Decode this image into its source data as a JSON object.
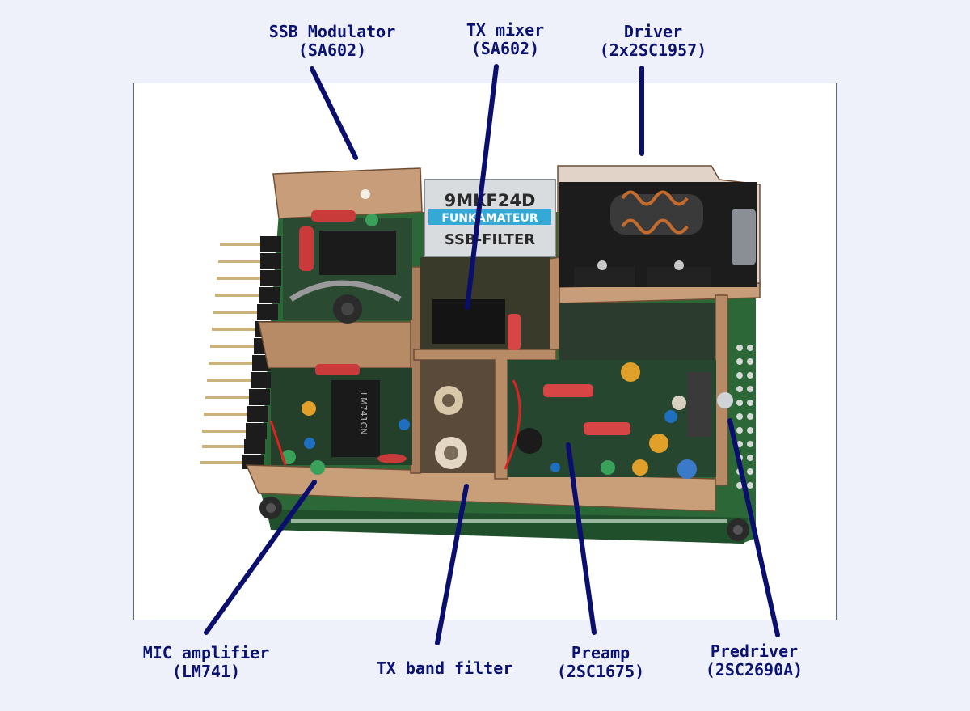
{
  "annotations": [
    {
      "id": "ssb-modulator",
      "line1": "SSB Modulator",
      "line2": "(SA602)"
    },
    {
      "id": "tx-mixer",
      "line1": "TX mixer",
      "line2": "(SA602)"
    },
    {
      "id": "driver",
      "line1": "Driver",
      "line2": "(2x2SC1957)"
    },
    {
      "id": "mic-amplifier",
      "line1": "MIC amplifier",
      "line2": "(LM741)"
    },
    {
      "id": "tx-band-filter",
      "line1": "TX band filter",
      "line2": ""
    },
    {
      "id": "preamp",
      "line1": "Preamp",
      "line2": "(2SC1675)"
    },
    {
      "id": "predriver",
      "line1": "Predriver",
      "line2": "(2SC2690A)"
    }
  ],
  "board_markings": {
    "filter_model": "9MKF24D",
    "filter_brand": "FUNKAMATEUR",
    "filter_type": "SSB-FILTER",
    "ic_marking": "LM741CN"
  },
  "colors": {
    "label_text": "#0b1270",
    "leader_line": "#0a0f6e",
    "background": "#eef1f9",
    "pcb_green": "#2f6b3a",
    "shield_copper": "#b48a66",
    "filter_band": "#34a8d6"
  }
}
